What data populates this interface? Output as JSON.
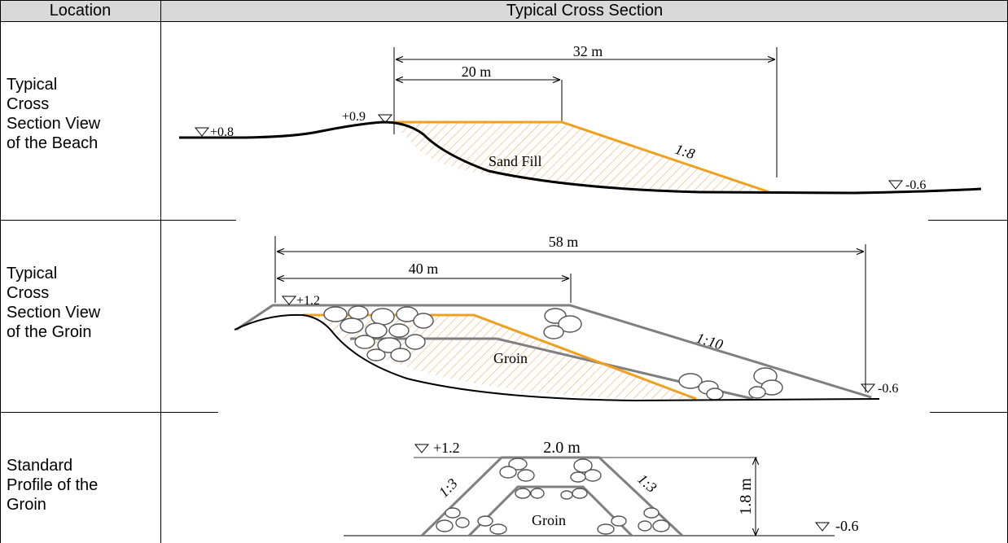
{
  "header": {
    "location": "Location",
    "section": "Typical Cross Section"
  },
  "rows": [
    {
      "location": [
        "Typical",
        "Cross",
        "Section View",
        "of the Beach"
      ],
      "labels": {
        "dim_total": "32 m",
        "dim_crest": "20 m",
        "level_left": "+0.8",
        "level_crest": "+0.9",
        "level_right": "-0.6",
        "slope": "1:8",
        "fill": "Sand Fill"
      }
    },
    {
      "location": [
        "Typical",
        "Cross",
        "Section View",
        "of the Groin"
      ],
      "labels": {
        "dim_total": "58 m",
        "dim_crest": "40 m",
        "level_crest": "+1.2",
        "level_right": "-0.6",
        "slope": "1:10",
        "fill": "Groin"
      }
    },
    {
      "location": [
        "Standard",
        "Profile of the",
        "Groin"
      ],
      "labels": {
        "level_crest": "+1.2",
        "crest_width": "2.0 m",
        "height": "1.8 m",
        "slope_left": "1:3",
        "slope_right": "1:3",
        "fill": "Groin",
        "level_right": "-0.6"
      }
    }
  ],
  "colors": {
    "header_bg": "#d9d9d9",
    "fill_line": "#f0a020",
    "hatch": "#e8b070",
    "structure": "#7f7f7f"
  }
}
